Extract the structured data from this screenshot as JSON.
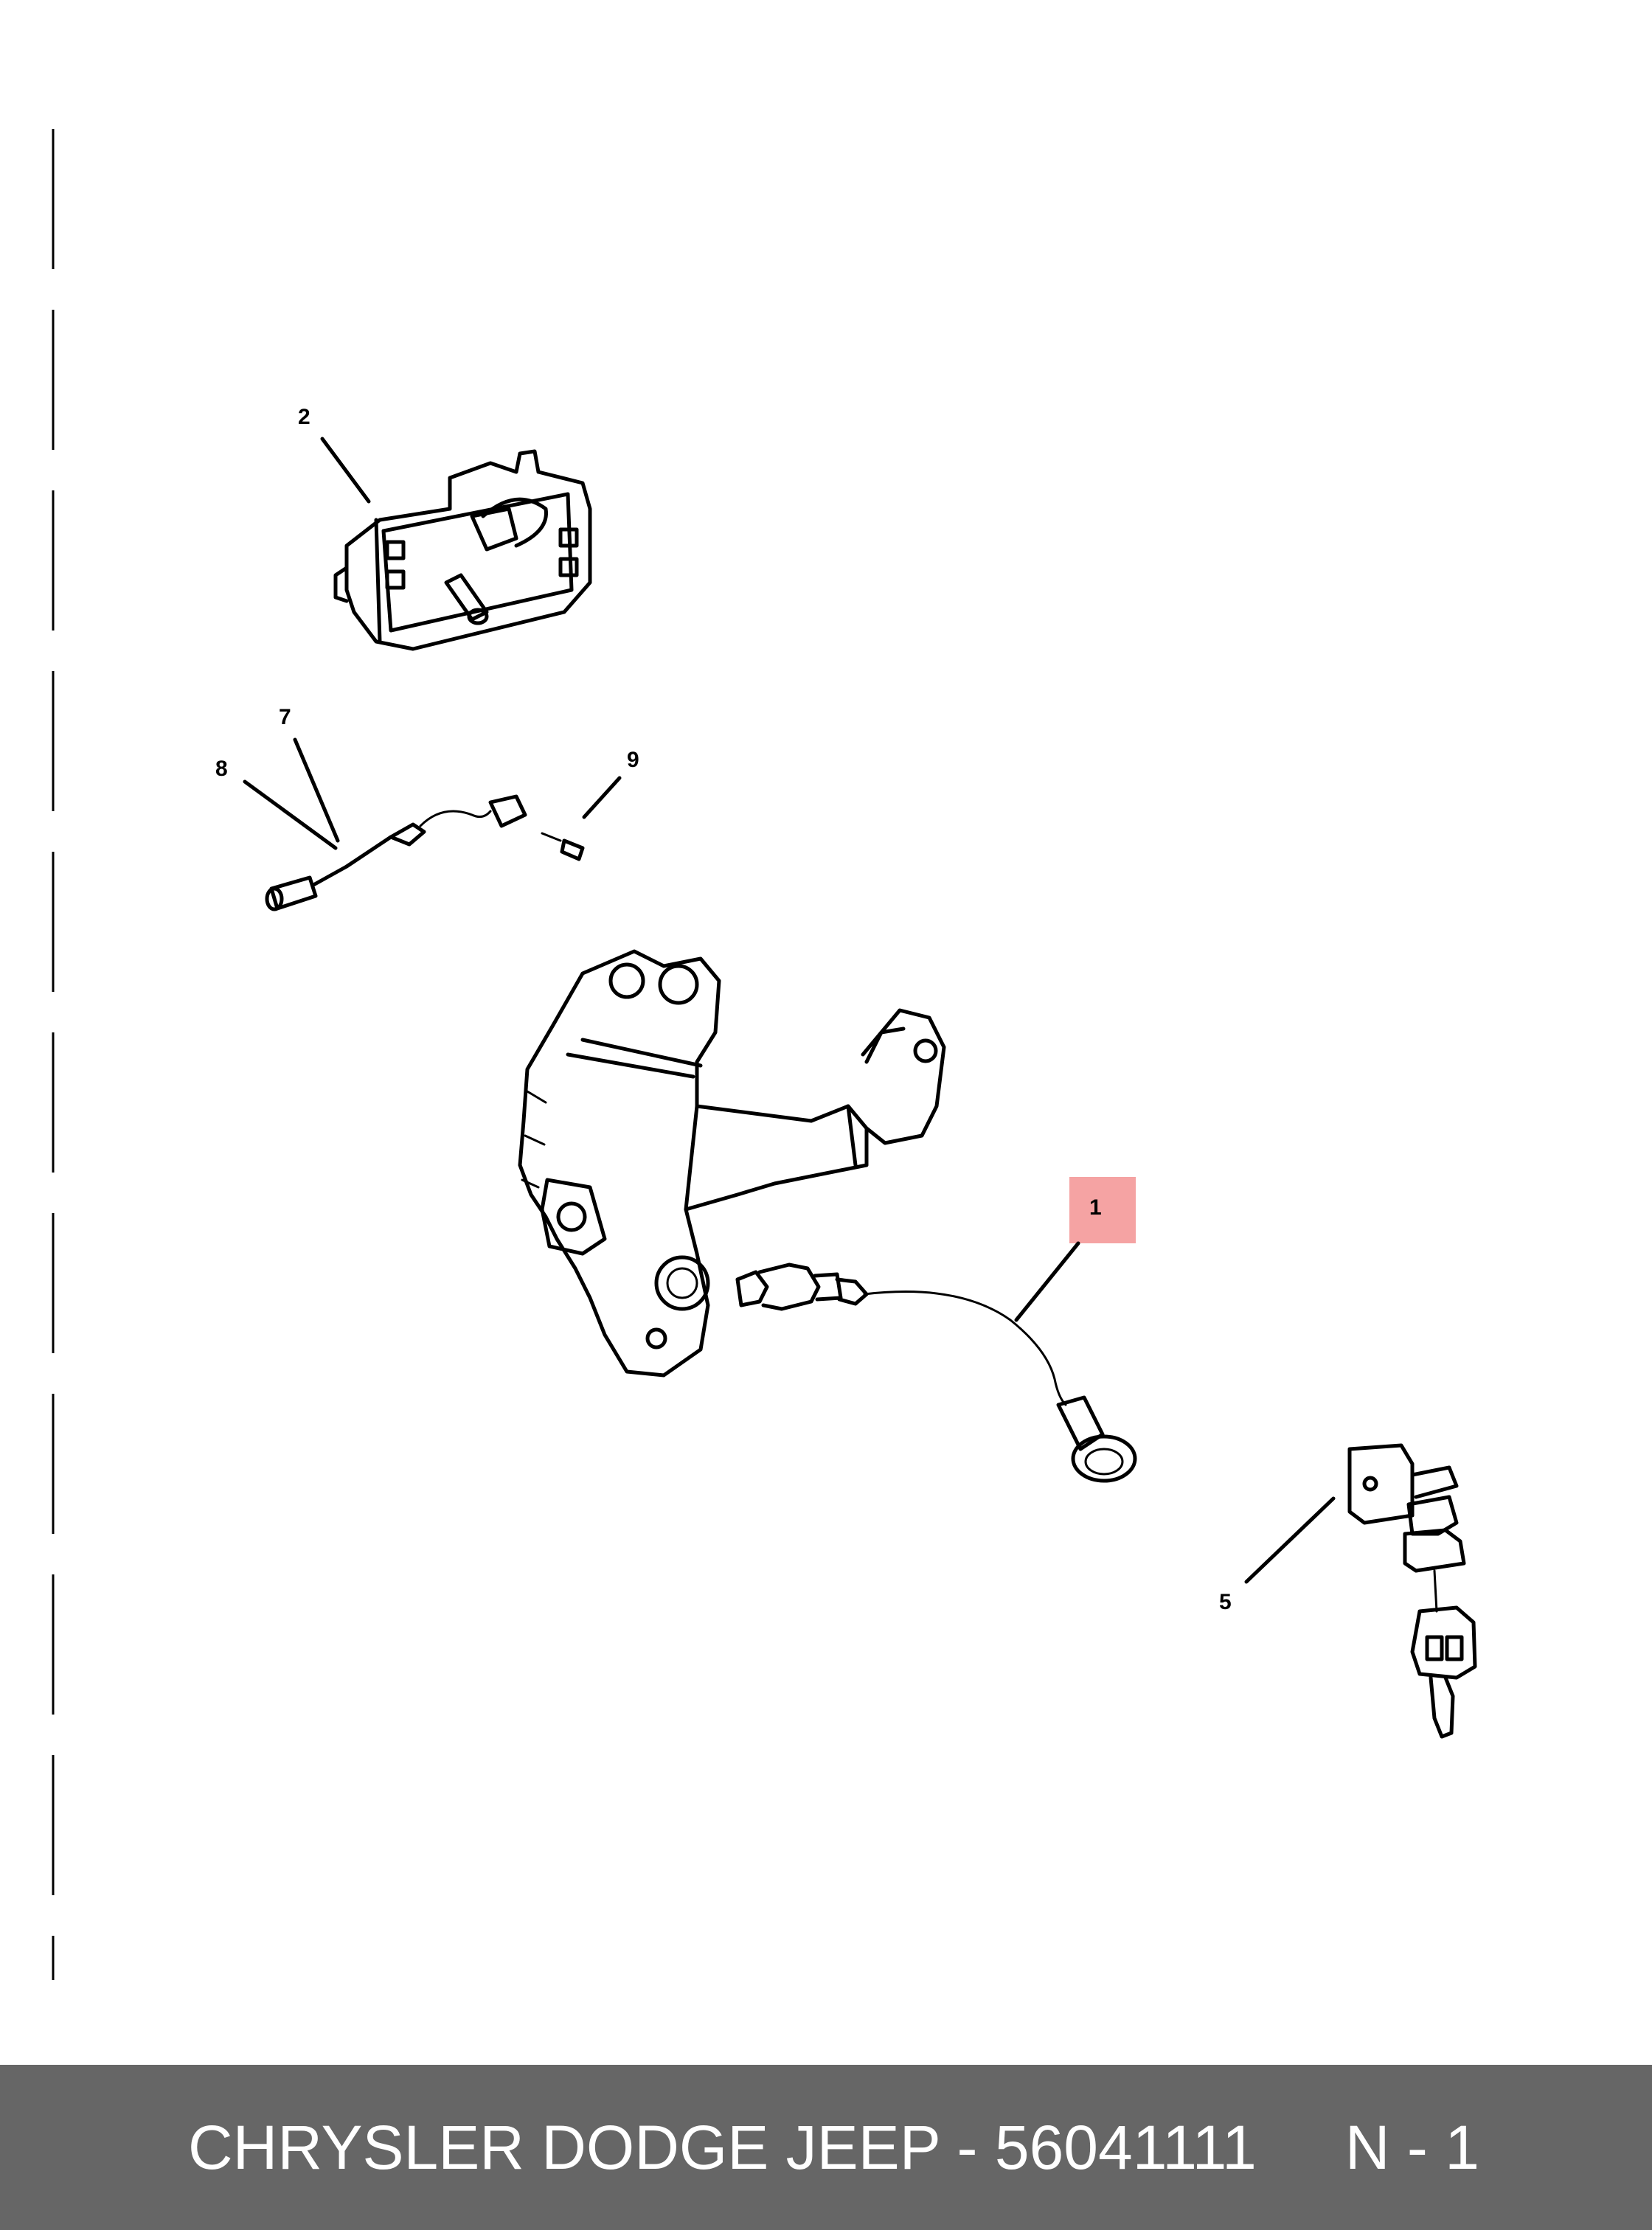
{
  "callouts": {
    "c1": "1",
    "c2": "2",
    "c5": "5",
    "c7": "7",
    "c8": "8",
    "c9": "9"
  },
  "highlight_color": "#f5a3a3",
  "footer": {
    "part_label": "CHRYSLER DODGE JEEP - 56041111",
    "page_code": "N - 1",
    "background_color": "#666666"
  }
}
